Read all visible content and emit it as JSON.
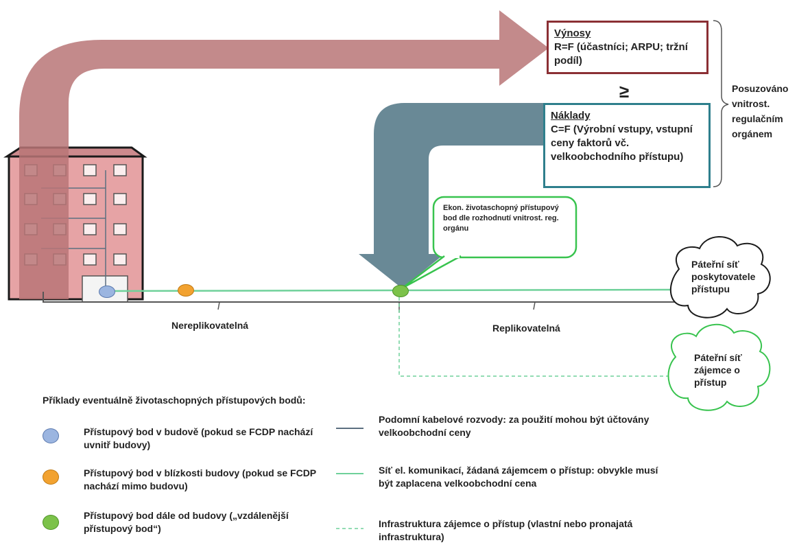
{
  "revenue": {
    "title": "Výnosy",
    "text": "R=F (účastníci; ARPU; tržní podíl)"
  },
  "comparison_symbol": "≥",
  "costs": {
    "title": "Náklady",
    "text": "C=F (Výrobní vstupy, vstupní ceny faktorů vč. velkoobchodního přístupu)"
  },
  "assessed_label": "Posuzováno vnitrost. regulačním orgánem",
  "callout": "Ekon. životaschopný přístupový bod dle rozhodnutí vnitrost. reg. orgánu",
  "segments": {
    "left": "Nereplikovatelná",
    "right": "Replikovatelná"
  },
  "clouds": {
    "provider": "Páteřní síť poskytovatele přístupu",
    "seeker": "Páteřní síť zájemce o přístup"
  },
  "legend": {
    "title": "Příklady eventuálně životaschopných přístupových bodů:",
    "points": [
      {
        "label": "Přístupový bod v budově (pokud se FCDP nachází uvnitř budovy)",
        "color": "#9bb5e0"
      },
      {
        "label": "Přístupový bod v blízkosti budovy (pokud se FCDP nachází mimo budovu)",
        "color": "#f2a230"
      },
      {
        "label": "Přístupový bod dále od budovy („vzdálenější přístupový bod“)",
        "color": "#7cc24a"
      }
    ],
    "lines": [
      {
        "label": "Podomní kabelové rozvody: za použití mohou být účtovány velkoobchodní ceny",
        "style": "solid",
        "color": "#5c6f80"
      },
      {
        "label": "Síť el. komunikací, žádaná zájemcem o přístup: obvykle musí být zaplacena velkoobchodní cena",
        "style": "solid",
        "color": "#6fd19a"
      },
      {
        "label": "Infrastruktura zájemce o přístup (vlastní nebo pronajatá infrastruktura)",
        "style": "dashed",
        "color": "#6fd19a"
      }
    ]
  },
  "colors": {
    "revenue_arrow": "#b87677",
    "cost_arrow": "#698996",
    "building": "#e6a3a5",
    "revenue_border": "#8b2f34",
    "cost_border": "#2e7f8c",
    "green": "#38c34e"
  }
}
